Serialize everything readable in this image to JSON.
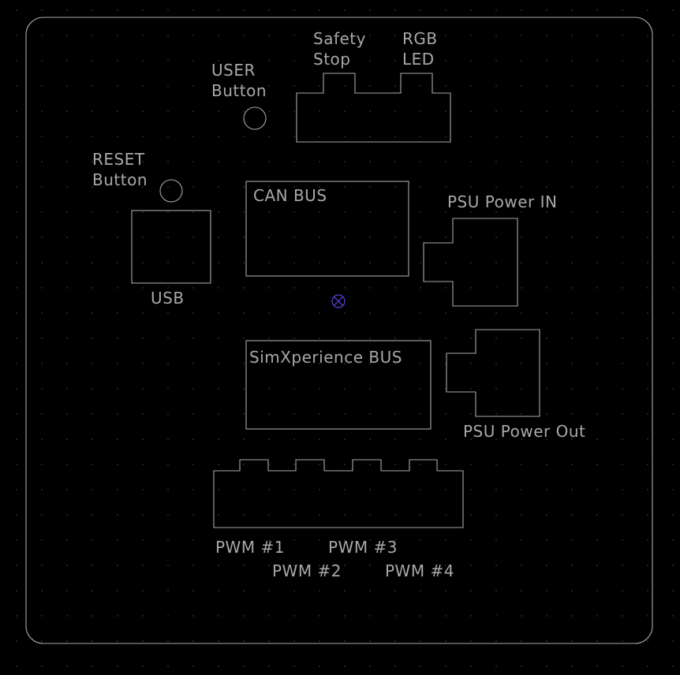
{
  "labels": {
    "safety_stop": [
      "Safety",
      "Stop"
    ],
    "rgb_led": [
      "RGB",
      "LED"
    ],
    "user_button": [
      "USER",
      "Button"
    ],
    "reset_button": [
      "RESET",
      "Button"
    ],
    "can_bus": "CAN BUS",
    "psu_power_in": "PSU Power IN",
    "usb": "USB",
    "simxperience_bus": "SimXperience BUS",
    "psu_power_out": "PSU Power Out",
    "pwm1": "PWM #1",
    "pwm2": "PWM #2",
    "pwm3": "PWM #3",
    "pwm4": "PWM #4"
  },
  "colors": {
    "background": "#000000",
    "outline": "#a8a8a8",
    "grid_dot": "#3a3a3a",
    "origin_marker": "#5544dd"
  }
}
